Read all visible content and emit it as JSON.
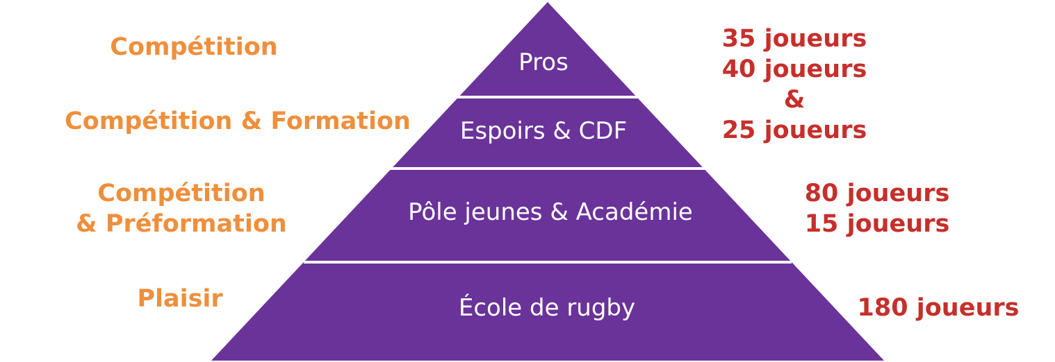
{
  "colors": {
    "pyramid": "#6a3399",
    "separator": "#ffffff",
    "left_text": "#ee8f3c",
    "right_text": "#c62f2b",
    "tier_text": "#ffffff"
  },
  "tiers": [
    {
      "label": "Pros"
    },
    {
      "label": "Espoirs & CDF"
    },
    {
      "label": "Pôle jeunes & Académie"
    },
    {
      "label": "École de rugby"
    }
  ],
  "left_labels": [
    {
      "lines": [
        "Compétition"
      ]
    },
    {
      "lines": [
        "Compétition & Formation"
      ]
    },
    {
      "lines": [
        "Compétition",
        "& Préformation"
      ]
    },
    {
      "lines": [
        "Plaisir"
      ]
    }
  ],
  "right_labels": [
    {
      "lines": [
        "35 joueurs",
        "40 joueurs",
        "&",
        "25 joueurs"
      ]
    },
    {
      "lines": [
        "80 joueurs",
        "15 joueurs"
      ]
    },
    {
      "lines": [
        "180 joueurs"
      ]
    }
  ]
}
